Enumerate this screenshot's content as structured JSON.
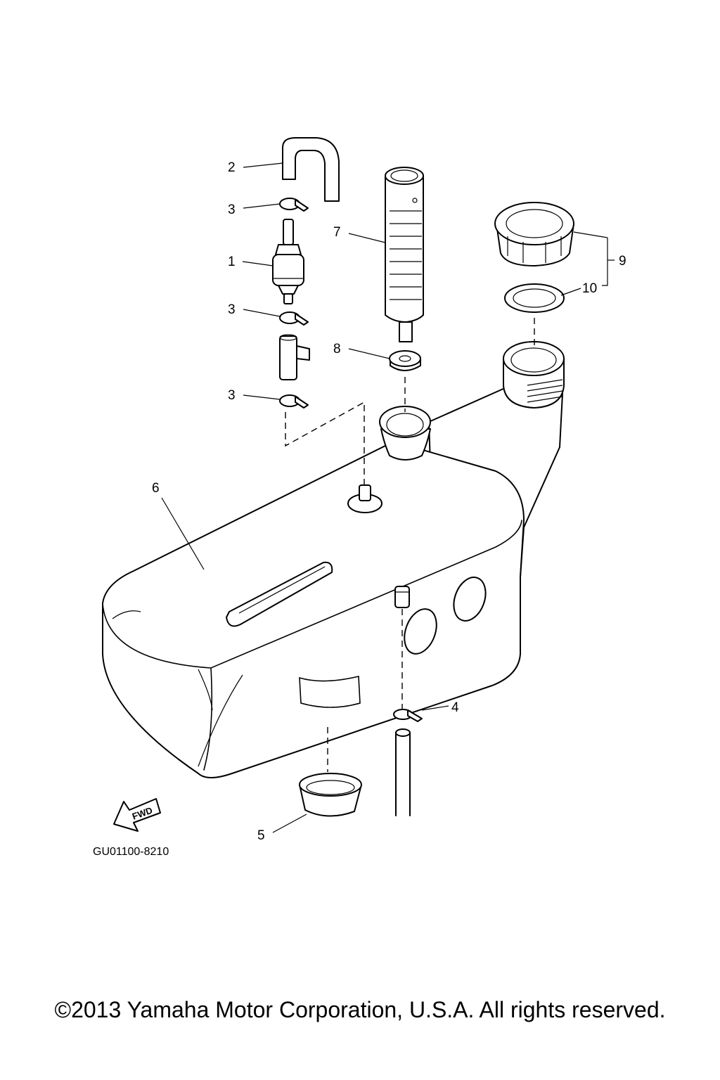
{
  "diagram": {
    "callouts": {
      "c1": "1",
      "c2": "2",
      "c3a": "3",
      "c3b": "3",
      "c3c": "3",
      "c4": "4",
      "c5": "5",
      "c6": "6",
      "c7": "7",
      "c8": "8",
      "c9": "9",
      "c10": "10"
    },
    "fwd_label": "FWD",
    "drawing_code": "GU01100-8210"
  },
  "footer": {
    "copyright": "©2013 Yamaha Motor Corporation, U.S.A. All rights reserved."
  }
}
